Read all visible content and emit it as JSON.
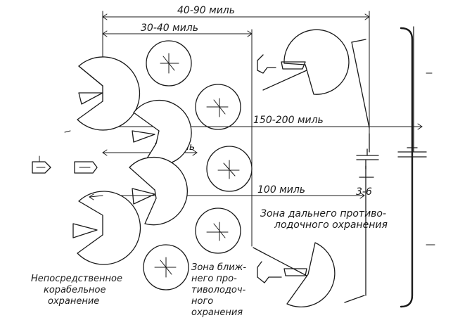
{
  "labels": {
    "range_40_90": "40-90 миль",
    "range_30_40": "30-40 миль",
    "range_150_200": "150-200 миль",
    "range_18": "18 миль",
    "range_100": "100 миль",
    "count_3_6": "3-6",
    "far_zone": [
      "Зона дальнего противо-",
      "лодочного охранения"
    ],
    "near_zone": [
      "Зона ближ-",
      "него про-",
      "тиволодоч-",
      "ного",
      "охранения"
    ],
    "close_guard": [
      "Непосредственное",
      "корабельное",
      "охранение"
    ]
  },
  "colors": {
    "ink": "#1a1a1a",
    "background": "#ffffff"
  }
}
